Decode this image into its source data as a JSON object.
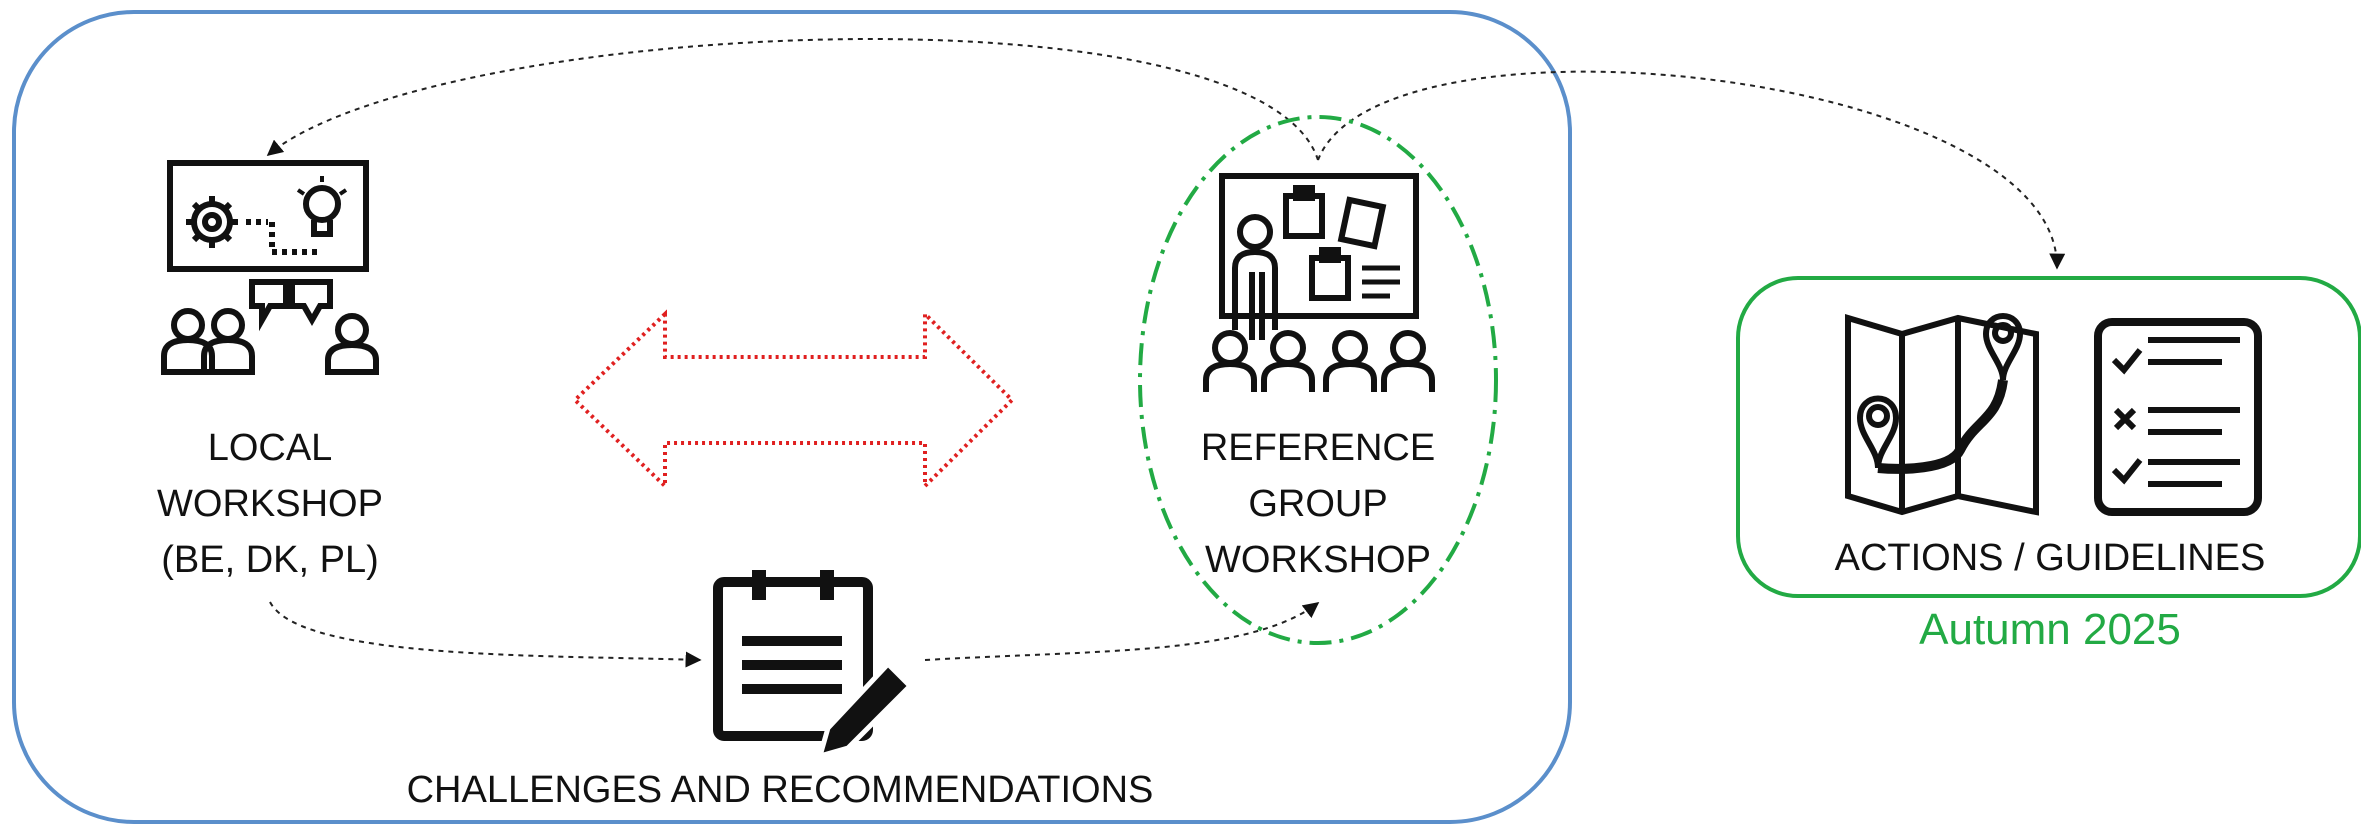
{
  "local_workshop": {
    "line1": "LOCAL",
    "line2": "WORKSHOP",
    "line3": "(BE, DK, PL)"
  },
  "reference_workshop": {
    "line1": "REFERENCE",
    "line2": "GROUP",
    "line3": "WORKSHOP"
  },
  "challenges": {
    "label": "CHALLENGES AND RECOMMENDATIONS"
  },
  "actions": {
    "label": "ACTIONS / GUIDELINES",
    "date": "Autumn 2025"
  },
  "colors": {
    "frame_blue": "#5b8fcb",
    "green": "#22aa44",
    "arrow_red": "#e02020",
    "ink": "#111111"
  },
  "icons": {
    "local_workshop": "workshop-people-ideas-icon",
    "reference_workshop": "presentation-board-audience-icon",
    "challenges": "notepad-pencil-icon",
    "actions_map": "map-route-pins-icon",
    "actions_checklist": "checklist-icon",
    "exchange_arrow": "double-headed-arrow-icon"
  }
}
